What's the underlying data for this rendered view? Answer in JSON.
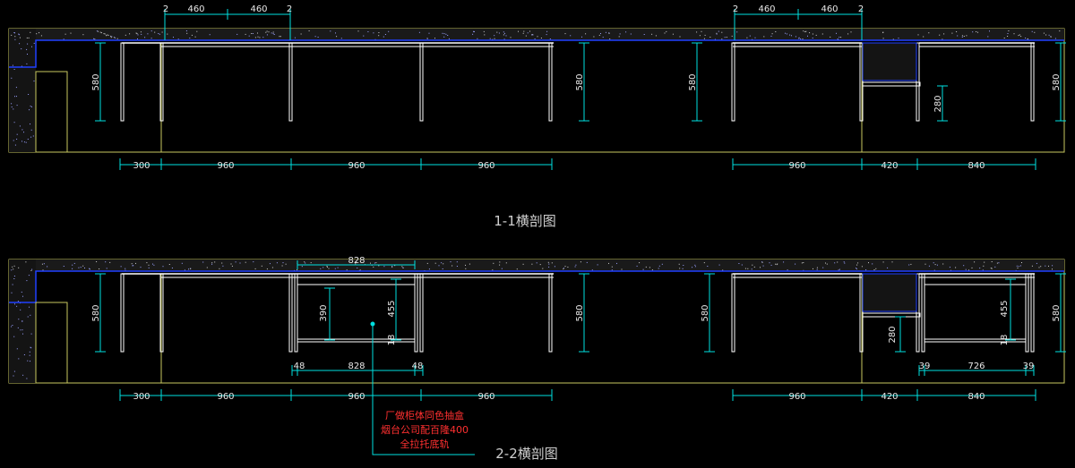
{
  "sections": [
    {
      "id": "1-1",
      "title": "1-1横剖图",
      "top_dims": [
        "2",
        "460",
        "460",
        "2",
        "2",
        "460",
        "460",
        "2"
      ],
      "height_dims": [
        "580",
        "580",
        "580",
        "580",
        "280"
      ],
      "bottom_dims": [
        "300",
        "960",
        "960",
        "960",
        "960",
        "420",
        "840"
      ]
    },
    {
      "id": "2-2",
      "title": "2-2横剖图",
      "top_dims": [
        "828"
      ],
      "height_dims": [
        "580",
        "580",
        "580",
        "580",
        "390",
        "455",
        "455",
        "280"
      ],
      "inner_dims": [
        "18",
        "18",
        "48",
        "828",
        "48",
        "39",
        "726",
        "39"
      ],
      "bottom_dims": [
        "300",
        "960",
        "960",
        "960",
        "960",
        "420",
        "840"
      ],
      "note_lines": [
        "厂做柜体同色抽盒",
        "烟台公司配百隆400",
        "全拉托底轨"
      ]
    }
  ],
  "colors": {
    "background": "#000000",
    "outline": "#c8c860",
    "cabinet": "#ffffff",
    "dimension": "#00e0e0",
    "wall": "#2040ff",
    "note": "#ff3030"
  }
}
